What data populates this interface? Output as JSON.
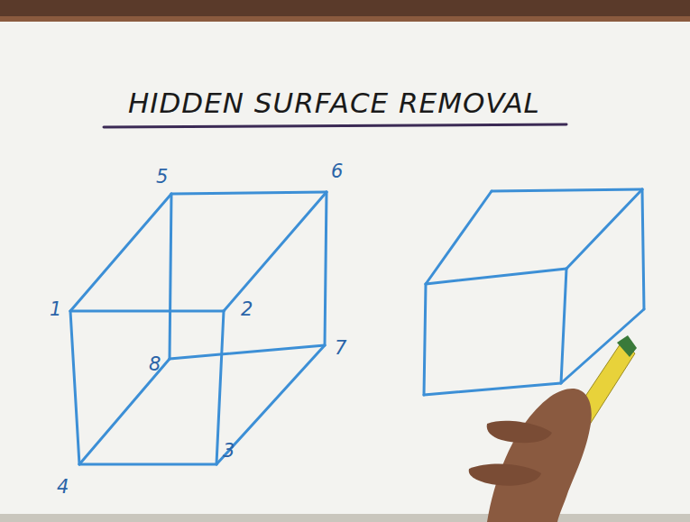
{
  "diagram": {
    "title": "HIDDEN SURFACE REMOVAL",
    "labels": [
      "5",
      "6",
      "1",
      "2",
      "8",
      "7",
      "4",
      "3"
    ]
  }
}
